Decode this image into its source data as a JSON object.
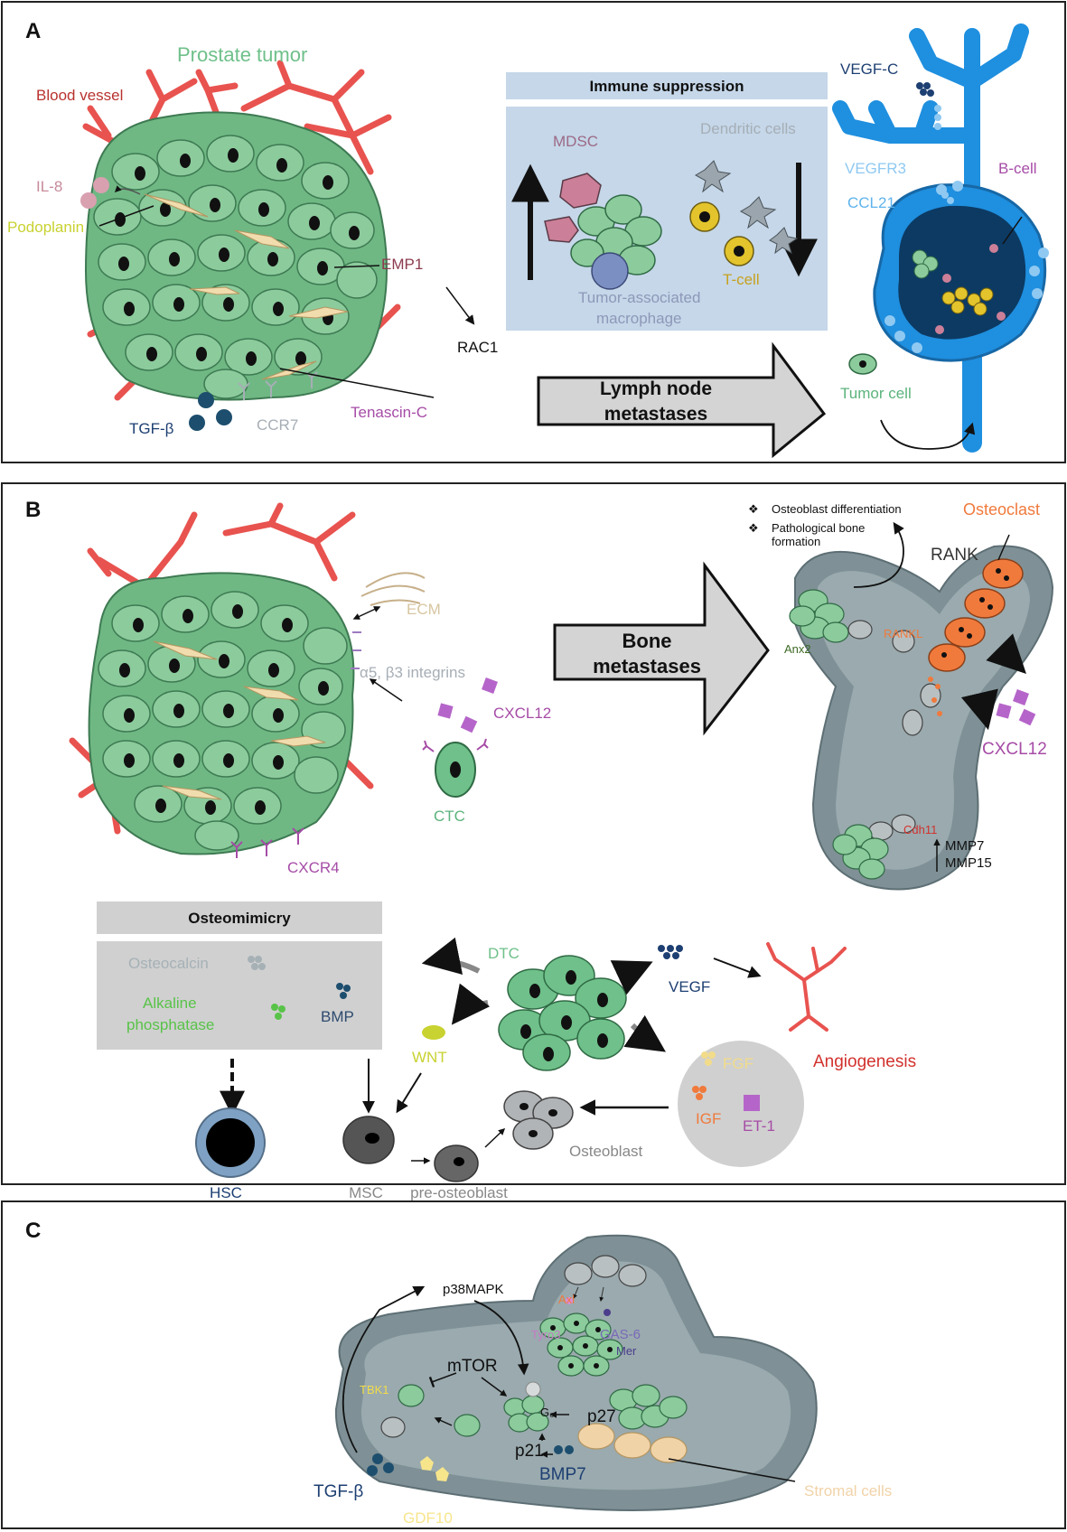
{
  "panelA": {
    "letter": "A",
    "title": "Prostate tumor",
    "blood_vessel": "Blood vessel",
    "il8": "IL-8",
    "podoplanin": "Podoplanin",
    "emp1": "EMP1",
    "rac1": "RAC1",
    "tgfb": "TGF-β",
    "ccr7": "CCR7",
    "tenascin": "Tenascin-C",
    "immune_header": "Immune suppression",
    "mdsc": "MDSC",
    "dendritic": "Dendritic cells",
    "tam_line1": "Tumor-associated",
    "tam_line2": "macrophage",
    "tcell": "T-cell",
    "arrow_line1": "Lymph node",
    "arrow_line2": "metastases",
    "vegfc": "VEGF-C",
    "vegfr3": "VEGFR3",
    "ccl21": "CCL21",
    "bcell": "B-cell",
    "tumor_cell": "Tumor cell"
  },
  "panelB": {
    "letter": "B",
    "ecm": "ECM",
    "integrins": "α5, β3 integrins",
    "cxcl12_left": "CXCL12",
    "cxcr4": "CXCR4",
    "ctc": "CTC",
    "arrow_line1": "Bone",
    "arrow_line2": "metastases",
    "bullet1": "Osteoblast differentiation",
    "bullet2_line1": "Pathological bone",
    "bullet2_line2": "formation",
    "osteoclast": "Osteoclast",
    "rank": "RANK",
    "rankl": "RANKL",
    "anx2": "Anx2",
    "cxcl12_right": "CXCL12",
    "cdh11": "Cdh11",
    "mmp7": "MMP7",
    "mmp15": "MMP15",
    "osteomimicry": "Osteomimicry",
    "osteocalcin": "Osteocalcin",
    "alk_line1": "Alkaline",
    "alk_line2": "phosphatase",
    "bmp": "BMP",
    "dtc": "DTC",
    "vegf": "VEGF",
    "angiogenesis": "Angiogenesis",
    "wnt": "WNT",
    "fgf": "FGF",
    "igf": "IGF",
    "et1": "ET-1",
    "osteoblast": "Osteoblast",
    "hsc": "HSC",
    "msc": "MSC",
    "preost": "pre-osteoblast"
  },
  "panelC": {
    "letter": "C",
    "p38": "p38MAPK",
    "axl": "Axl",
    "tyro3": "Tyro3",
    "gas6": "GAS-6",
    "mer": "Mer",
    "mtor": "mTOR",
    "tbk1": "TBK1",
    "g0": "G₀",
    "p27": "p27",
    "p21": "p21",
    "bmp7": "BMP7",
    "tgfb": "TGF-β",
    "gdf10": "GDF10",
    "stromal": "Stromal cells"
  },
  "colors": {
    "tumor_green": "#78c08c",
    "vessel_red": "#e8534f",
    "lymph_blue": "#1f8fdf",
    "bone_gray": "#7f9196",
    "immune_bg": "#c5d7e9",
    "osteoclast_orange": "#f07a3c",
    "purple": "#a64ca6"
  }
}
